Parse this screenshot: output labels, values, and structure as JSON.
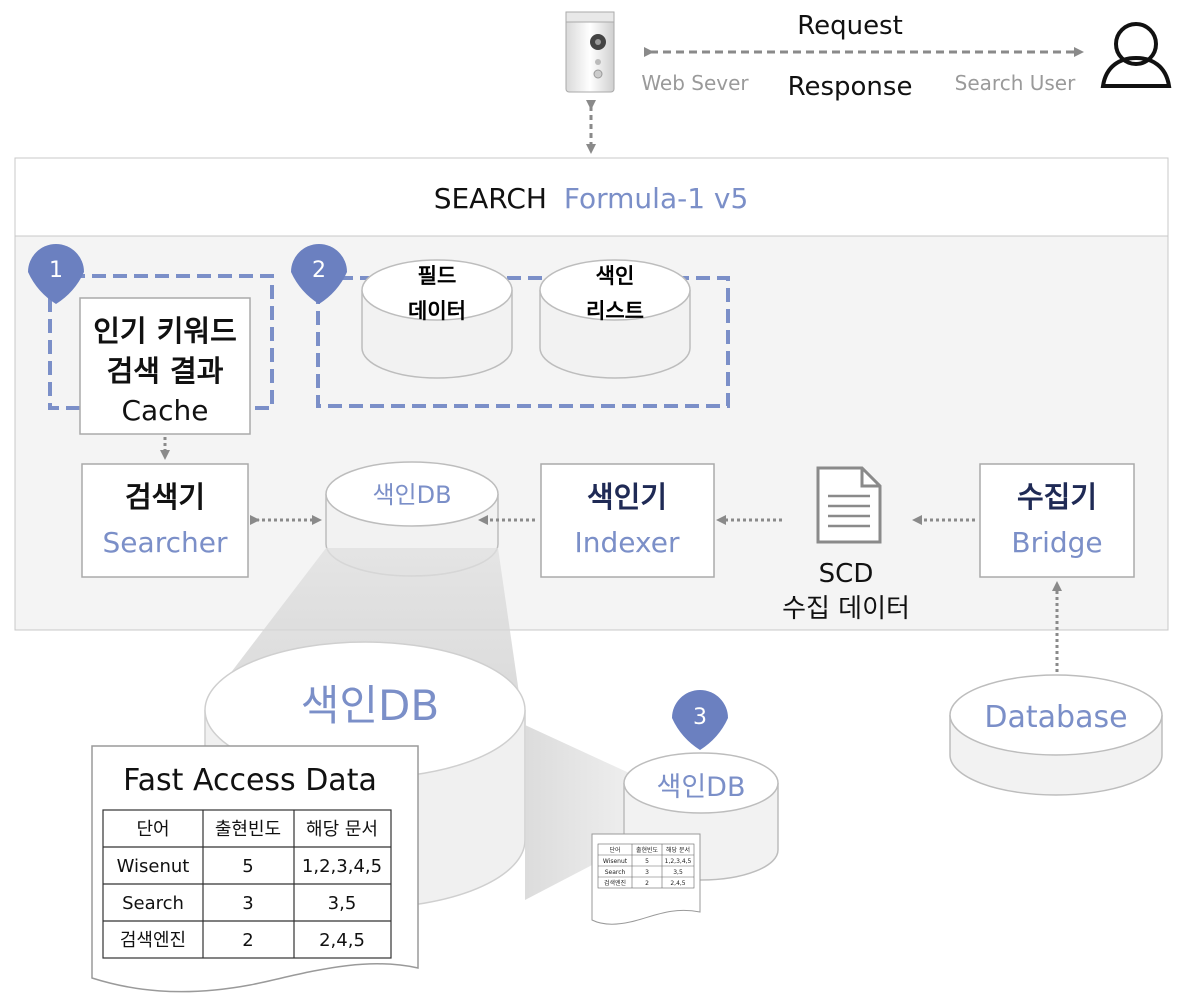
{
  "top": {
    "request_label": "Request",
    "response_label": "Response",
    "web_server_label": "Web Sever",
    "search_user_label": "Search User"
  },
  "header": {
    "title_part1": "SEARCH",
    "title_part2": "Formula-1 v5"
  },
  "markers": [
    "1",
    "2",
    "3"
  ],
  "cache": {
    "line1": "인기 키워드",
    "line2": "검색 결과",
    "line3": "Cache"
  },
  "cylinders": {
    "field_data_l1": "필드",
    "field_data_l2": "데이터",
    "index_list_l1": "색인",
    "index_list_l2": "리스트",
    "index_db_small": "색인DB",
    "index_db_big": "색인DB",
    "index_db_3": "색인DB",
    "database": "Database"
  },
  "components": {
    "searcher_ko": "검색기",
    "searcher_en": "Searcher",
    "indexer_ko": "색인기",
    "indexer_en": "Indexer",
    "bridge_ko": "수집기",
    "bridge_en": "Bridge",
    "scd_l1": "SCD",
    "scd_l2": "수집 데이터"
  },
  "fast_access": {
    "title": "Fast Access Data",
    "headers": [
      "단어",
      "출현빈도",
      "해당 문서"
    ],
    "rows": [
      [
        "Wisenut",
        "5",
        "1,2,3,4,5"
      ],
      [
        "Search",
        "3",
        "3,5"
      ],
      [
        "검색엔진",
        "2",
        "2,4,5"
      ]
    ]
  },
  "colors": {
    "accent_blue": "#7b8fc8",
    "marker_blue": "#6b80c0",
    "arrow_gray": "#8a8a8a",
    "panel_fill": "#f4f4f4"
  }
}
